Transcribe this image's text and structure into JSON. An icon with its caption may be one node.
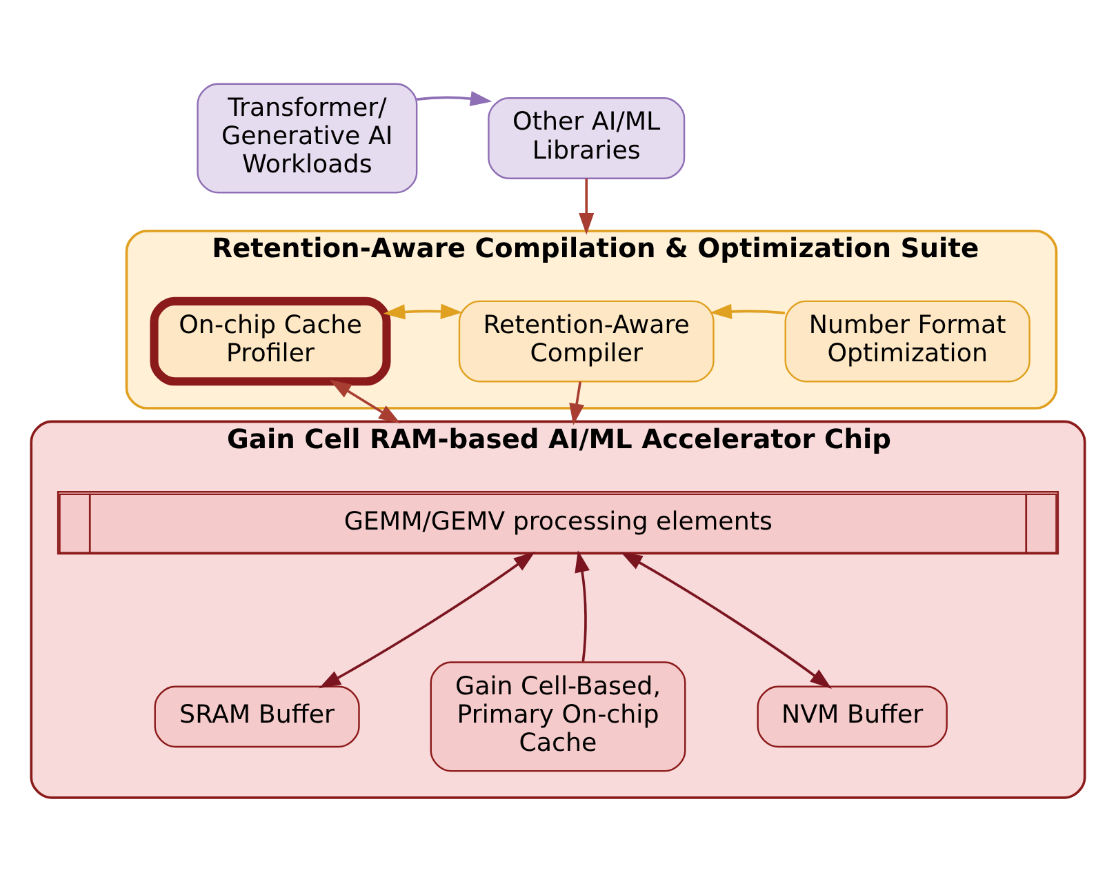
{
  "diagram": {
    "nodes": [
      {
        "text": [
          "Transformer/ Generative AI Workloads"
        ]
      },
      {
        "text": [
          "Other AI/ML Libraries"
        ]
      },
      {
        "text": [
          "Retention-Aware Compilation & Optimization Suite"
        ]
      },
      {
        "text": [
          "On-chip Cache Profiler"
        ],
        "in": 2
      },
      {
        "text": [
          "Retention-Aware Compiler"
        ],
        "in": 2
      },
      {
        "text": [
          "Number Format Optimization"
        ],
        "in": 2
      },
      {
        "text": [
          "Gain Cell RAM-based AI/ML Accelerator Chip"
        ]
      },
      {
        "text": [
          "GEMM/GEMV processing elements"
        ],
        "in": 6
      },
      {
        "text": [
          "SRAM Buffer"
        ],
        "in": 6
      },
      {
        "text": [
          "Gain Cell-Based, Primary On-chip Cache"
        ],
        "in": 6
      },
      {
        "text": [
          "NVM Buffer"
        ],
        "in": 6
      }
    ],
    "edges": [
      {
        "from": 0,
        "to": 1,
        "arrow": "to",
        "color": "#8e6fb5"
      },
      {
        "from": 1,
        "to": 2,
        "arrow": "to"
      },
      {
        "from": 3,
        "to": 4,
        "arrow": "both",
        "color": "#e0a020"
      },
      {
        "from": 5,
        "to": 4,
        "arrow": "to",
        "color": "#e0a020"
      },
      {
        "from": 3,
        "to": 6,
        "arrow": "both"
      },
      {
        "from": 4,
        "to": 6,
        "arrow": "to"
      },
      {
        "from": 8,
        "to": 7,
        "arrow": "both",
        "color": "#7a1520"
      },
      {
        "from": 9,
        "to": 7,
        "arrow": "to",
        "color": "#7a1520"
      },
      {
        "from": 10,
        "to": 7,
        "arrow": "both",
        "color": "#7a1520"
      }
    ]
  }
}
